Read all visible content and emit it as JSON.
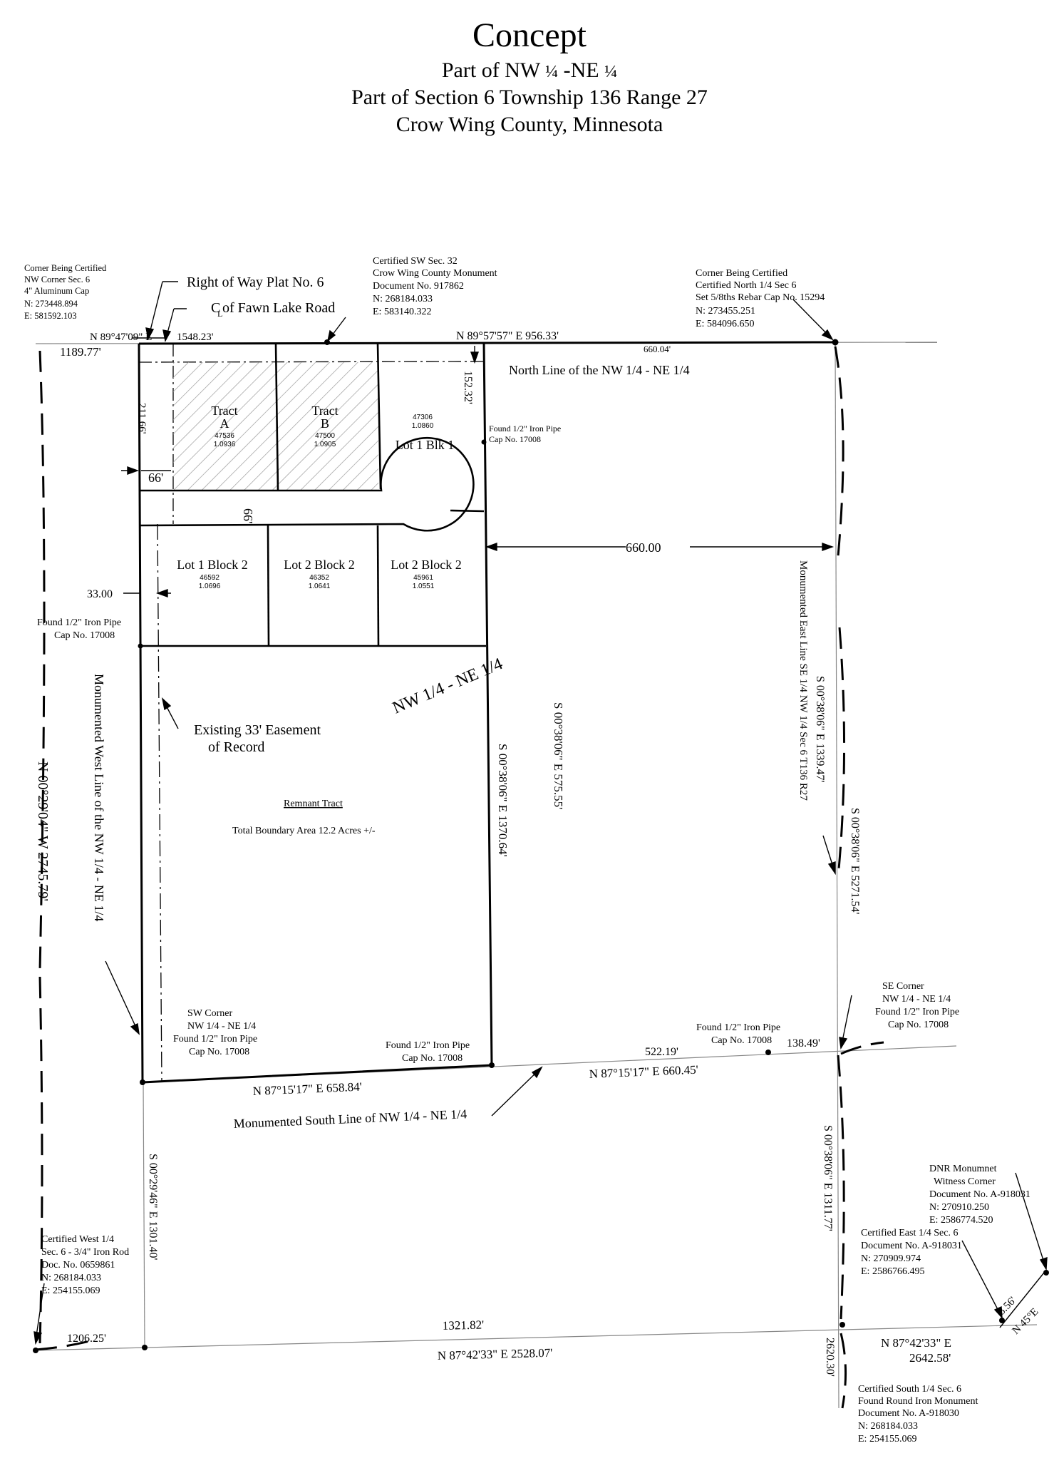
{
  "title": {
    "main": "Concept",
    "line2_prefix": "Part  of NW",
    "line2_frac1": "¼",
    "line2_mid": " -NE",
    "line2_frac2": "¼",
    "line3": "Part of Section 6 Township 136 Range 27",
    "line4": "Crow Wing County, Minnesota"
  },
  "corners": {
    "nw": [
      "Corner Being Certified",
      "NW Corner Sec. 6",
      "4\" Aluminum Cap",
      "N: 273448.894",
      "E: 581592.103"
    ],
    "sw32": [
      "Certified SW Sec. 32",
      "Crow Wing County Monument",
      "Document No. 917862",
      "N: 268184.033",
      "E: 583140.322"
    ],
    "north14": [
      "Corner Being Certified",
      "Certified North 1/4  Sec 6",
      "Set 5/8ths Rebar Cap No. 15294",
      "N: 273455.251",
      "E: 584096.650"
    ],
    "se": [
      "SE Corner",
      "NW 1/4 - NE 1/4",
      "Found 1/2\" Iron Pipe",
      "Cap No. 17008"
    ],
    "sw": [
      "SW Corner",
      "NW 1/4 - NE 1/4",
      "Found 1/2\" Iron Pipe",
      "Cap No. 17008"
    ],
    "dnr": [
      "DNR Monumnet",
      "Witness Corner",
      "Document No. A-918031",
      "N: 270910.250",
      "E: 2586774.520"
    ],
    "east14": [
      "Certified East 1/4 Sec. 6",
      "Document No. A-918031",
      "N: 270909.974",
      "E: 2586766.495"
    ],
    "west14": [
      "Certified West 1/4",
      "Sec. 6 - 3/4\" Iron Rod",
      "Doc. No. 0659861",
      "N: 268184.033",
      "E: 254155.069"
    ],
    "south14": [
      "Certified South 1/4  Sec. 6",
      "Found Round Iron Monument",
      "Document No. A-918030",
      "N: 268184.033",
      "E: 254155.069"
    ]
  },
  "pipes": {
    "lot1": [
      "Found 1/2\" Iron Pipe",
      "Cap No. 17008"
    ],
    "west": [
      "Found 1/2\" Iron Pipe",
      "Cap No. 17008"
    ],
    "south_mid": [
      "Found 1/2\" Iron Pipe",
      "Cap No. 17008"
    ],
    "south_east": [
      "Found 1/2\" Iron Pipe",
      "Cap No. 17008"
    ]
  },
  "callouts": {
    "row": "Right of Way Plat No. 6",
    "cl_c": "C",
    "cl_l": "L",
    "road": " of Fawn Lake Road",
    "easement": [
      "Existing 33' Easement",
      "of Record"
    ],
    "north_line": "North Line of the NW 1/4 - NE 1/4",
    "south_line": "Monumented South Line of NW 1/4  - NE 1/4",
    "west_line": "Monumented West Line of the NW 1/4 - NE 1/4",
    "east_line": "Monumented East Line SE 1/4  NW 1/4 Sec 6 T136 R27",
    "quarter": "NW 1/4   -   NE 1/4",
    "remnant_title": "Remnant Tract",
    "remnant_area": "Total Boundary Area 12.2 Acres +/-"
  },
  "lots": {
    "tract_a": {
      "name1": "Tract",
      "name2": "A",
      "sqft": "47536",
      "acres": "1.0936"
    },
    "tract_b": {
      "name1": "Tract",
      "name2": "B",
      "sqft": "47500",
      "acres": "1.0905"
    },
    "lot1blk1": {
      "name": "Lot 1 Blk 1",
      "sqft": "47306",
      "acres": "1.0860"
    },
    "lot1blk2": {
      "name": "Lot 1 Block 2",
      "sqft": "46592",
      "acres": "1.0696"
    },
    "lot2blk2a": {
      "name": "Lot 2 Block 2",
      "sqft": "46352",
      "acres": "1.0641"
    },
    "lot2blk2b": {
      "name": "Lot 2 Block 2",
      "sqft": "45961",
      "acres": "1.0551"
    }
  },
  "dims": {
    "n_bearing_w": "N 89°47'09\" E",
    "n_1548": "1548.23'",
    "n_bearing_e": "N 89°57'57\" E  956.33'",
    "n_1189": "1189.77'",
    "n_660_04": "660.04'",
    "d_152": "152.32'",
    "d_211": "211.66'",
    "d_66a": "66'",
    "d_66b": "66'",
    "d_660": "660.00",
    "d_33": "33.00",
    "w_long": "N 00°29'04\"  W   2745.79'",
    "e_1339": "S 00°38'06\" E  1339.47'",
    "e_5271": "S 00°38'06\" E  5271.54'",
    "m_1370": "S 00°38'06\" E  1370.64'",
    "m_575": "S 00°38'06\" E  575.55'",
    "s_658": "N 87°15'17\" E  658.84'",
    "s_522": "522.19'",
    "s_138": "138.49'",
    "s_660": "N 87°15'17\" E  660.45'",
    "sw_1301": "S 00°29'46\" E  1301.40'",
    "se_1311": "S 00°38'06\" E  1311.77'",
    "b_1206": "1206.25'",
    "b_1321": "1321.82'",
    "b_2528": "N 87°42'33\" E  2528.07'",
    "b_2642a": "N 87°42'33\" E",
    "b_2642b": "2642.58'",
    "b_2620": "2620.30'",
    "w_856": "8.56'",
    "w_n45": "N 45°E"
  }
}
